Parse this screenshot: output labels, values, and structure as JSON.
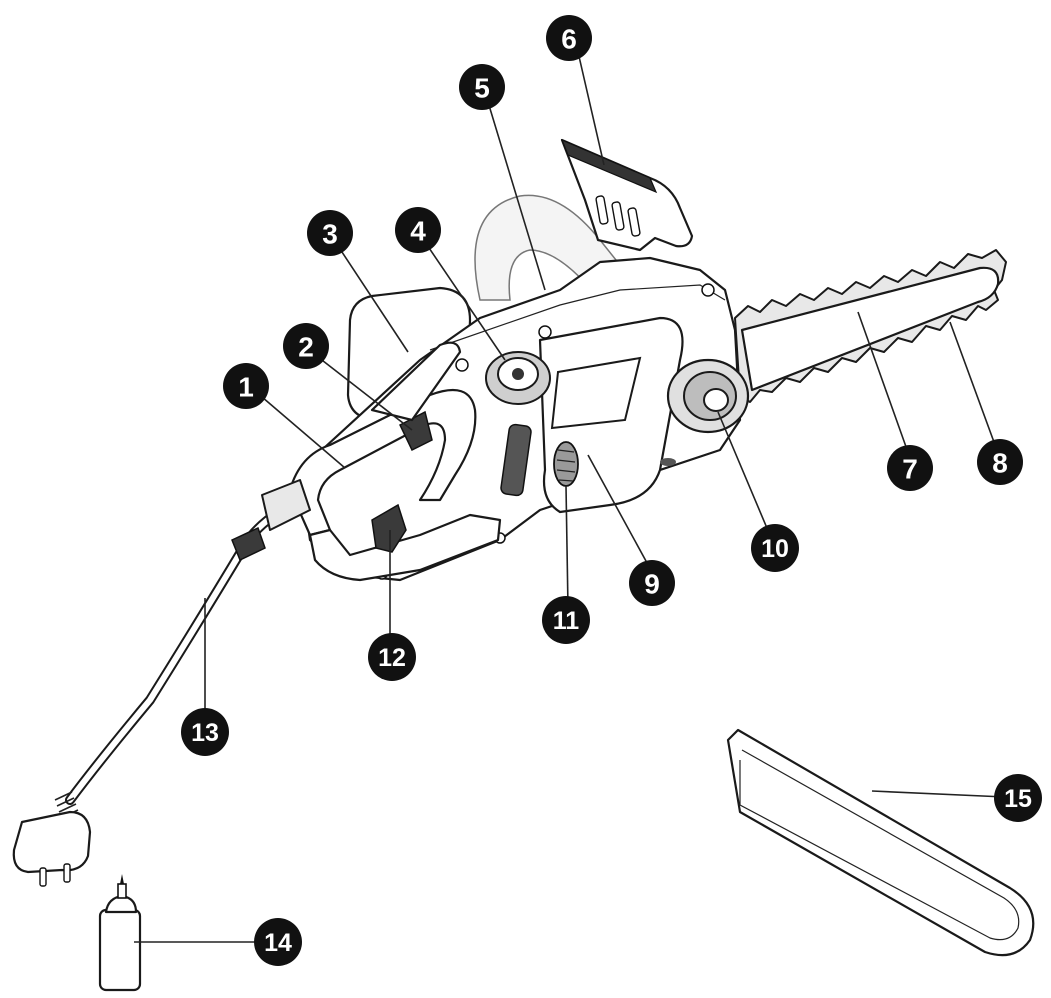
{
  "callouts": [
    {
      "id": 1,
      "label": "1"
    },
    {
      "id": 2,
      "label": "2"
    },
    {
      "id": 3,
      "label": "3"
    },
    {
      "id": 4,
      "label": "4"
    },
    {
      "id": 5,
      "label": "5"
    },
    {
      "id": 6,
      "label": "6"
    },
    {
      "id": 7,
      "label": "7"
    },
    {
      "id": 8,
      "label": "8"
    },
    {
      "id": 9,
      "label": "9"
    },
    {
      "id": 10,
      "label": "10"
    },
    {
      "id": 11,
      "label": "11"
    },
    {
      "id": 12,
      "label": "12"
    },
    {
      "id": 13,
      "label": "13"
    },
    {
      "id": 14,
      "label": "14"
    },
    {
      "id": 15,
      "label": "15"
    }
  ],
  "colors": {
    "callout_fill": "#111111",
    "callout_text": "#ffffff",
    "line": "#222222",
    "background": "#ffffff"
  }
}
